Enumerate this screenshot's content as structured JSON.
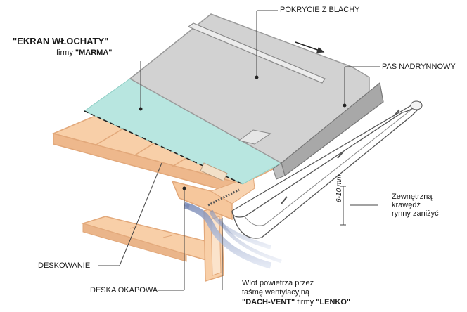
{
  "title": {
    "product": "\"EKRAN WŁOCHATY\"",
    "company_prefix": "firmy",
    "company": "\"MARMA\""
  },
  "labels": {
    "roof_cover": "POKRYCIE Z BLACHY",
    "gutter_strip": "PAS NADRYNNOWY",
    "boarding": "DESKOWANIE",
    "eaves_board": "DESKA  OKAPOWA",
    "gutter_edge": [
      "Zewnętrzną",
      "krawędź",
      "rynny zaniżyć"
    ],
    "gap": "6-10 mm",
    "air_inlet_1": "Wlot powietrza  przez",
    "air_inlet_2": "taśmę wentylacyjną",
    "air_inlet_3a": "\"DACH-VENT\"",
    "air_inlet_3b": " firmy ",
    "air_inlet_3c": "\"LENKO\""
  },
  "colors": {
    "metal": "#d2d2d2",
    "metal_edge": "#9a9a9a",
    "screen": "#b8e6e0",
    "wood": "#f8cfa8",
    "wood_edge": "#e2a87a",
    "air": "#b9c4dc",
    "line": "#444444"
  }
}
